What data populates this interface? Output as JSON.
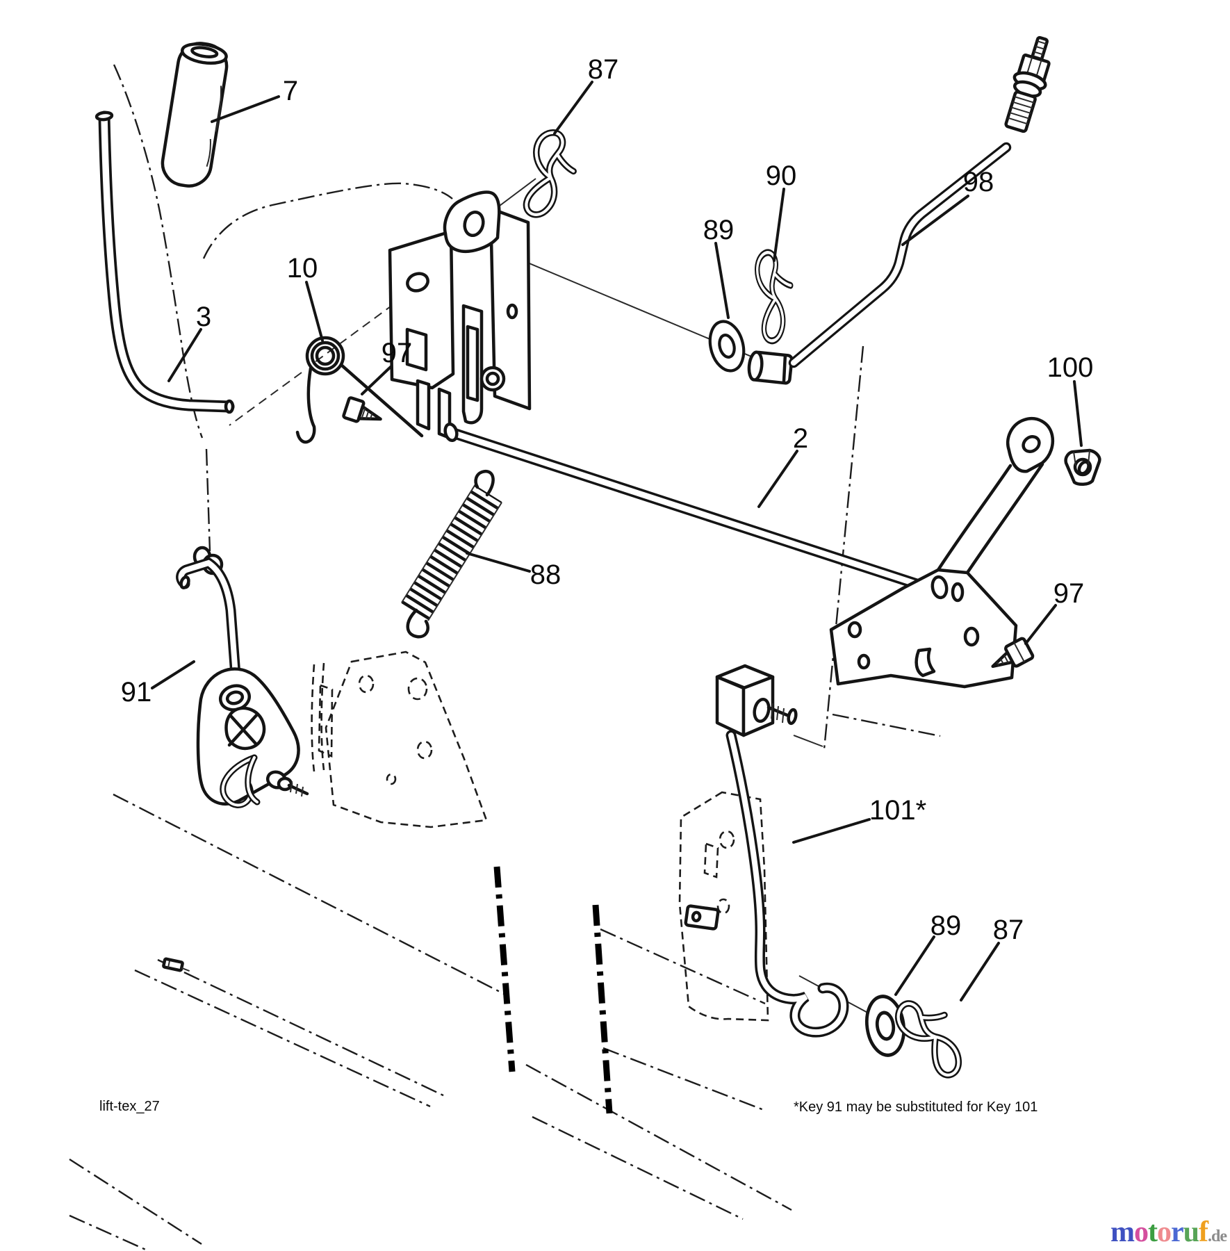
{
  "diagram": {
    "drawing_code": "lift-tex_27",
    "footnote": "*Key 91 may be substituted for Key 101",
    "callouts": [
      {
        "key": "7"
      },
      {
        "key": "87"
      },
      {
        "key": "90"
      },
      {
        "key": "98"
      },
      {
        "key": "89"
      },
      {
        "key": "10"
      },
      {
        "key": "97"
      },
      {
        "key": "3"
      },
      {
        "key": "100"
      },
      {
        "key": "2"
      },
      {
        "key": "88"
      },
      {
        "key": "97"
      },
      {
        "key": "91"
      },
      {
        "key": "101*"
      },
      {
        "key": "89"
      },
      {
        "key": "87"
      }
    ],
    "line_color": "#141414",
    "background_color": "#ffffff"
  },
  "watermark": {
    "letters": [
      {
        "ch": "m",
        "color": "#3f51c1"
      },
      {
        "ch": "o",
        "color": "#d44f9e"
      },
      {
        "ch": "t",
        "color": "#3c9e42"
      },
      {
        "ch": "o",
        "color": "#ef8b8f"
      },
      {
        "ch": "r",
        "color": "#4b68d3"
      },
      {
        "ch": "u",
        "color": "#57a457"
      },
      {
        "ch": "f",
        "color": "#efa01f"
      }
    ],
    "suffix": ".de",
    "suffix_color": "#8c8c8c"
  }
}
